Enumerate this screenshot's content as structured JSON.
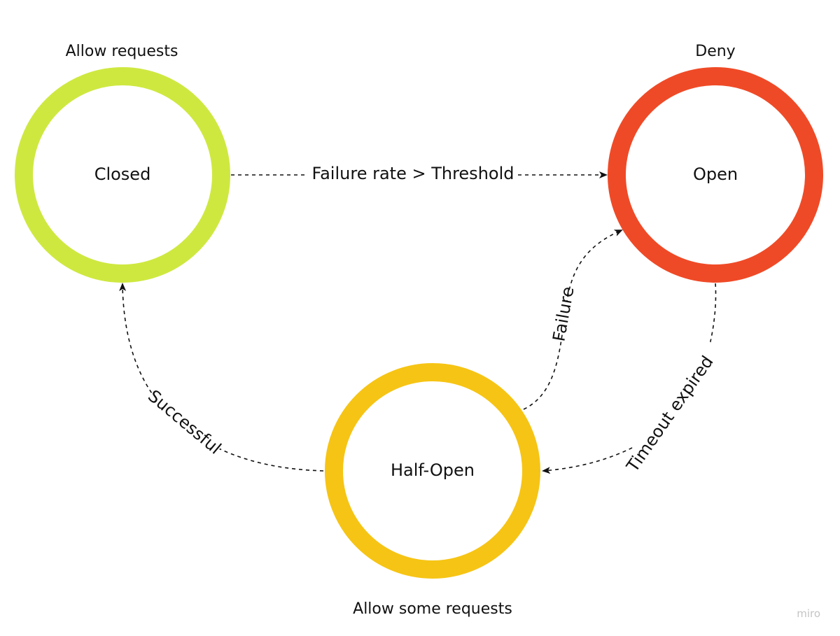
{
  "states": {
    "closed": {
      "label": "Closed",
      "caption": "Allow requests",
      "color": "#cfe840"
    },
    "open": {
      "label": "Open",
      "caption": "Deny",
      "color": "#ef4a27"
    },
    "half_open": {
      "label": "Half-Open",
      "caption": "Allow some requests",
      "color": "#f6c414"
    }
  },
  "transitions": {
    "closed_to_open": "Failure rate > Threshold",
    "half_open_to_open": "Failure",
    "open_to_half_open": "Timeout expired",
    "half_open_to_closed": "Successful"
  },
  "watermark": "miro"
}
